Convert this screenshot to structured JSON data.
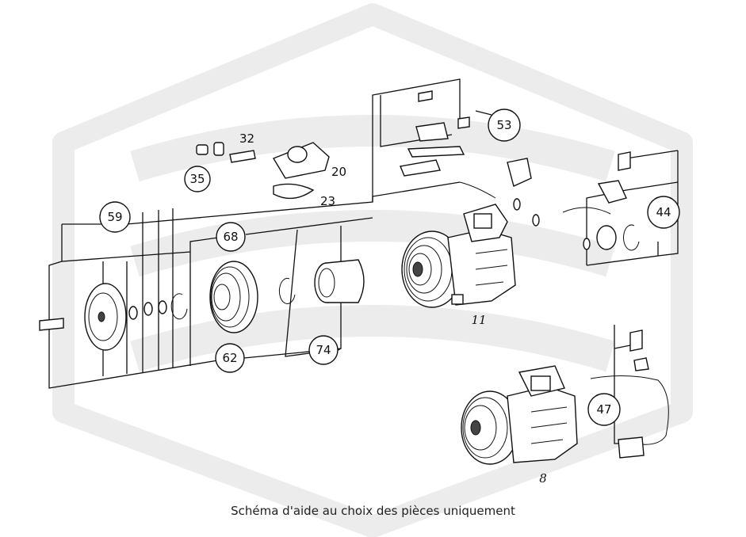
{
  "caption": "Schéma d'aide au choix des pièces uniquement",
  "watermark": {
    "color": "#ececec"
  },
  "callouts": [
    {
      "id": "35",
      "label": "35"
    },
    {
      "id": "53",
      "label": "53"
    },
    {
      "id": "59",
      "label": "59"
    },
    {
      "id": "68",
      "label": "68"
    },
    {
      "id": "62",
      "label": "62"
    },
    {
      "id": "74",
      "label": "74"
    },
    {
      "id": "44",
      "label": "44"
    },
    {
      "id": "47",
      "label": "47"
    }
  ],
  "tags": [
    {
      "id": "32",
      "label": "32"
    },
    {
      "id": "20",
      "label": "20"
    },
    {
      "id": "23",
      "label": "23"
    },
    {
      "id": "11",
      "label": "11"
    },
    {
      "id": "8",
      "label": "8"
    }
  ]
}
